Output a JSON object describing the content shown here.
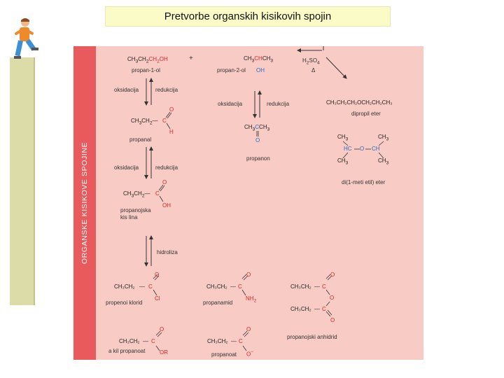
{
  "slide": {
    "title": "Pretvorbe organskih kisikovih spojin"
  },
  "sidebar": {
    "label": "ORGANSKE KISIKOVE SPOJINE"
  },
  "diagram": {
    "propanol1": {
      "f1": "CH",
      "s1": "3",
      "f2": "CH",
      "s2": "2",
      "f3": "CH",
      "s3": "2",
      "oh": "OH",
      "name": "propan-1-ol"
    },
    "plus": "+",
    "propanol2": {
      "f1": "CH",
      "s1": "3",
      "f2": "CH",
      "f3": "CH",
      "s3": "3",
      "oh": "OH",
      "name": "propan-2-ol"
    },
    "conditions": {
      "acid1": "H",
      "acid_sub": "2",
      "acid2": "SO",
      "acid_sub2": "4",
      "heat": "Δ"
    },
    "step1": {
      "ox": "oksidacija",
      "red": "redukcija"
    },
    "step2": {
      "ox": "oksidacija",
      "red": "redukcija"
    },
    "step3": {
      "hyd": "hidroliza"
    },
    "propanone_steps": {
      "ox": "oksidacija",
      "red": "redukcija"
    },
    "propanal": {
      "a": "CH",
      "as": "3",
      "b": "CH",
      "bs": "2",
      "c": "C",
      "o": "O",
      "h": "H",
      "name": "propanal"
    },
    "propanone": {
      "a": "CH",
      "as": "3",
      "c": "C",
      "b": "CH",
      "bs": "3",
      "o": "O",
      "name": "propanon"
    },
    "acid": {
      "a": "CH",
      "as": "3",
      "b": "CH",
      "bs": "2",
      "c": "C",
      "o": "O",
      "oh": "OH",
      "name1": "propanojska",
      "name2": "kis lina"
    },
    "dipropyl": {
      "formula": "CH₃CH₂CH₂OCH₂CH₂CH₃",
      "name": "dipropil eter"
    },
    "diisopropyl": {
      "ch3": "CH",
      "ch3s": "3",
      "hc": "HC",
      "o": "O",
      "ch": "CH",
      "name": "di(1-meti etil) eter"
    },
    "chloride": {
      "a": "CH₃CH₂",
      "c": "C",
      "o": "O",
      "cl": "Cl",
      "name": "propenoi klorid"
    },
    "amide": {
      "a": "CH₃CH₂",
      "c": "C",
      "o": "O",
      "nh": "NH",
      "nhs": "2",
      "name": "propanamid"
    },
    "anhydride": {
      "a": "CH₃CH₂",
      "c": "C",
      "o": "O",
      "name": "propanojski anhidrid"
    },
    "ester": {
      "a": "CH₃CH₂",
      "c": "C",
      "o": "O",
      "or": "OR",
      "name": "a kil propanoat"
    },
    "propanoate": {
      "a": "CH₃CH₂",
      "c": "C",
      "o": "O",
      "minus": "−",
      "name": "propanoat"
    }
  }
}
